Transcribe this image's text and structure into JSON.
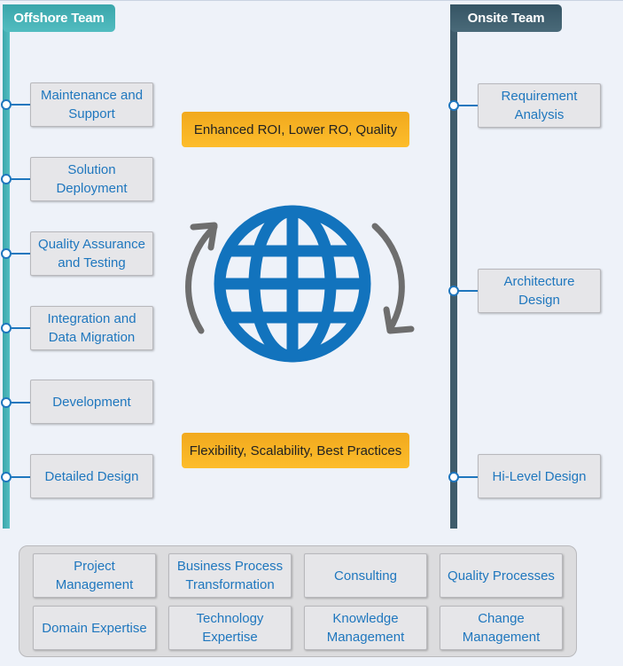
{
  "teams": {
    "offshore": {
      "title": "Offshore Team",
      "items": [
        {
          "label": "Maintenance and\nSupport"
        },
        {
          "label": "Solution\nDeployment"
        },
        {
          "label": "Quality Assurance\nand Testing"
        },
        {
          "label": "Integration and\nData Migration"
        },
        {
          "label": "Development"
        },
        {
          "label": "Detailed Design"
        }
      ]
    },
    "onsite": {
      "title": "Onsite Team",
      "items": [
        {
          "label": "Requirement\nAnalysis"
        },
        {
          "label": "Architecture\nDesign"
        },
        {
          "label": "Hi-Level Design"
        }
      ]
    }
  },
  "center": {
    "top_banner": "Enhanced ROI, Lower RO, Quality",
    "bottom_banner": "Flexibility, Scalability, Best Practices",
    "icon": "globe-icon"
  },
  "capabilities": [
    "Project\nManagement",
    "Business Process\nTransformation",
    "Consulting",
    "Quality Processes",
    "Domain Expertise",
    "Technology\nExpertise",
    "Knowledge\nManagement",
    "Change\nManagement"
  ],
  "colors": {
    "offshore": "#45b1b5",
    "onsite": "#3f5c6b",
    "accent_blue": "#1f77be",
    "banner": "#f7b324",
    "arrow_gray": "#6e6e6e"
  }
}
